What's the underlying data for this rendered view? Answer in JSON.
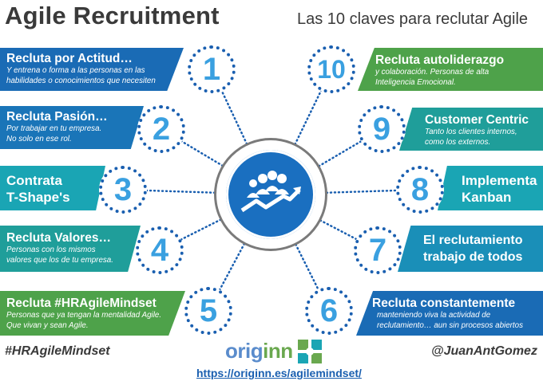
{
  "header": {
    "title": "Agile Recruitment",
    "subtitle": "Las 10 claves para reclutar Agile"
  },
  "hub": {
    "icon": "team-growth-arrow-icon",
    "color": "#1a6fc0"
  },
  "keys": [
    {
      "number": "1",
      "title": "Recluta  por Actitud…",
      "description": [
        "Y entrena o forma a las personas en las",
        "habilidades o  conocimientos que necesiten"
      ],
      "color": "#1a6bb5"
    },
    {
      "number": "2",
      "title": "Recluta  Pasión…",
      "description": [
        "Por trabajar en tu empresa.",
        "No solo en ese rol."
      ],
      "color": "#1a75b8"
    },
    {
      "number": "3",
      "title": "Contrata",
      "title2": "T-Shape's",
      "description": [],
      "color": "#1aa5b4"
    },
    {
      "number": "4",
      "title": "Recluta  Valores…",
      "description": [
        "Personas con los mismos",
        "valores que los de tu empresa."
      ],
      "color": "#1f9e9a"
    },
    {
      "number": "5",
      "title": "Recluta  #HRAgileMindset",
      "description": [
        "Personas que ya tengan la mentalidad Agile.",
        "Que vivan y sean Agile."
      ],
      "color": "#4ea24a"
    },
    {
      "number": "6",
      "title": "Recluta constantemente",
      "description": [
        "manteniendo viva la actividad de",
        "reclutamiento… aun sin procesos abiertos"
      ],
      "color": "#1a6bb5"
    },
    {
      "number": "7",
      "title": "El reclutamiento",
      "title2": "trabajo de todos",
      "description": [],
      "color": "#1a8fb8"
    },
    {
      "number": "8",
      "title": "Implementa",
      "title2": "Kanban",
      "description": [],
      "color": "#1aa5b4"
    },
    {
      "number": "9",
      "title": "Customer Centric",
      "description": [
        "Tanto los clientes internos,",
        "como los externos."
      ],
      "color": "#1f9e9a"
    },
    {
      "number": "10",
      "title": "Recluta autoliderazgo",
      "description": [
        "y colaboración. Personas de alta",
        "Inteligencia Emocional."
      ],
      "color": "#4ea24a"
    }
  ],
  "footer": {
    "hashtag": "#HRAgileMindset",
    "handle": "@JuanAntGomez",
    "logo_text_a": "orig",
    "logo_text_b": "inn",
    "url": "https://originn.es/agilemindset/"
  }
}
